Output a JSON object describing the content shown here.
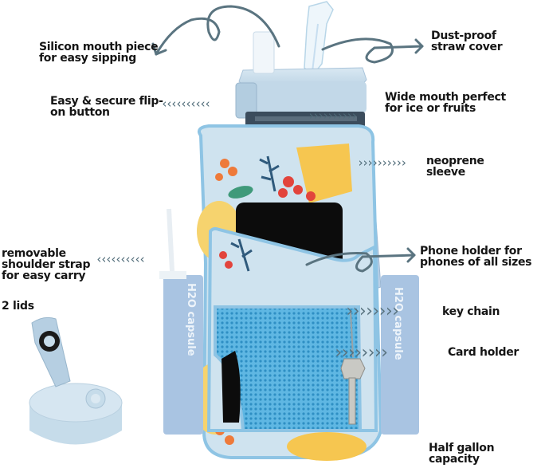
{
  "product": {
    "brand_strap_text": "H2O capsule",
    "accent_colors": {
      "sleeve_base": "#cfe3ef",
      "sleeve_trim": "#8ec4e4",
      "mesh": "#5fb7e3",
      "lid": "#bcd5e6",
      "strap": "#a9c4e2",
      "arrow": "#5a7480",
      "lemon": "#f6c650",
      "berry": "#e2443c",
      "leaf": "#2f5a7c"
    }
  },
  "callouts": {
    "silicon_mouth": {
      "line1": "Silicon mouth piece",
      "line2": "for easy sipping"
    },
    "dust_proof": {
      "line1": "Dust-proof",
      "line2": "straw cover"
    },
    "flip_on": {
      "line1": "Easy & secure flip-",
      "line2": "on button"
    },
    "wide_mouth": {
      "line1": "Wide mouth perfect",
      "line2": "for ice or fruits"
    },
    "neoprene": {
      "line1": "neoprene",
      "line2": "sleeve"
    },
    "shoulder_strap": {
      "line1": "removable",
      "line2": "shoulder strap",
      "line3": "for easy carry"
    },
    "phone_holder": {
      "line1": "Phone holder for",
      "line2": "phones of all sizes"
    },
    "two_lids": {
      "line1": "2 lids"
    },
    "key_chain": {
      "line1": "key chain"
    },
    "card_holder": {
      "line1": "Card holder"
    },
    "capacity": {
      "line1": "Half gallon capacity"
    }
  },
  "chevrons": {
    "left_small": "‹‹‹‹‹‹‹‹‹‹",
    "right_small": "››››››››››",
    "right_big": "››››››››"
  }
}
